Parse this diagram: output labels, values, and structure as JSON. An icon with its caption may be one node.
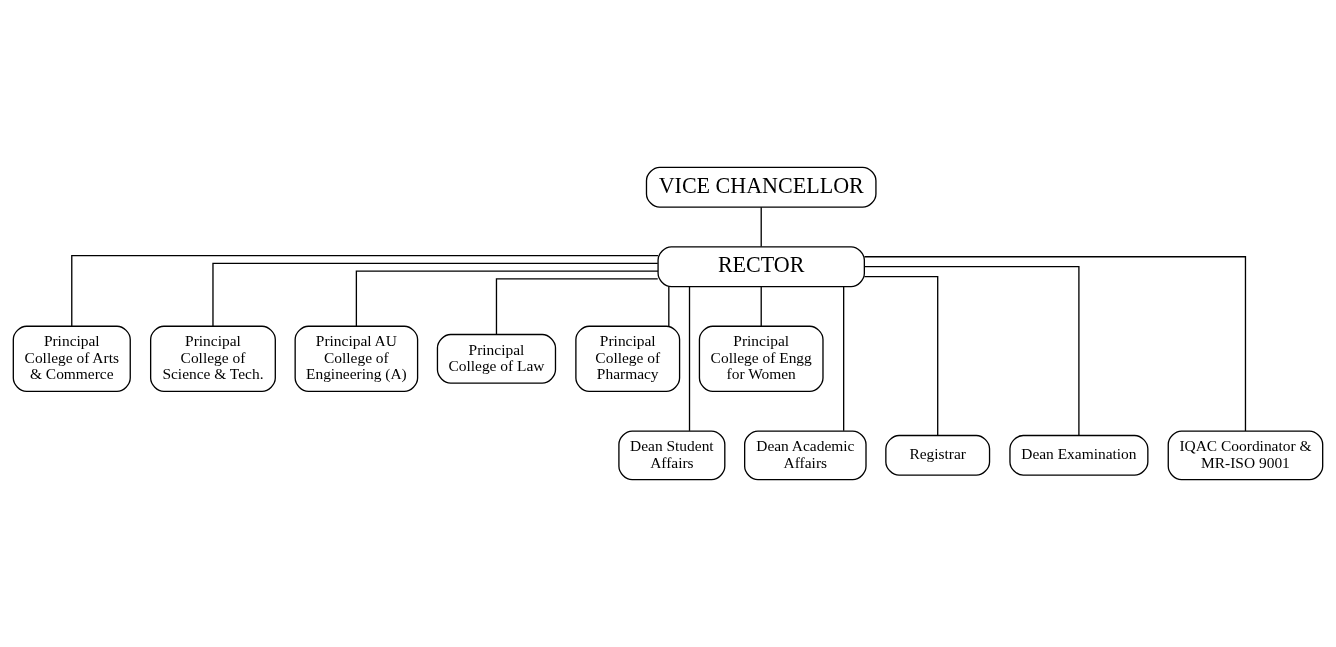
{
  "diagram": {
    "nodes": [
      {
        "text": [
          "VICE CHANCELLOR"
        ]
      },
      {
        "text": [
          "RECTOR"
        ]
      },
      {
        "text": [
          "Principal College of Arts & Commerce"
        ]
      },
      {
        "text": [
          "Principal College of Science & Tech."
        ]
      },
      {
        "text": [
          "Principal AU College of Engineering (A)"
        ]
      },
      {
        "text": [
          "Principal College of Law"
        ]
      },
      {
        "text": [
          "Principal College of Pharmacy"
        ]
      },
      {
        "text": [
          "Principal College of Engg for Women"
        ]
      },
      {
        "text": [
          "Dean Student Affairs"
        ]
      },
      {
        "text": [
          "Dean Academic Affairs"
        ]
      },
      {
        "text": [
          "Registrar"
        ]
      },
      {
        "text": [
          "Dean Examination"
        ]
      },
      {
        "text": [
          "IQAC Coordinator & MR-ISO 9001"
        ]
      }
    ],
    "edges": [
      {
        "from": 0,
        "to": 1,
        "arrow": "none"
      },
      {
        "from": 1,
        "to": 2,
        "arrow": "none"
      },
      {
        "from": 1,
        "to": 3,
        "arrow": "none"
      },
      {
        "from": 1,
        "to": 4,
        "arrow": "none"
      },
      {
        "from": 1,
        "to": 5,
        "arrow": "none"
      },
      {
        "from": 1,
        "to": 6,
        "arrow": "none"
      },
      {
        "from": 1,
        "to": 7,
        "arrow": "none"
      },
      {
        "from": 1,
        "to": 8,
        "arrow": "none"
      },
      {
        "from": 1,
        "to": 9,
        "arrow": "none"
      },
      {
        "from": 1,
        "to": 10,
        "arrow": "none"
      },
      {
        "from": 1,
        "to": 11,
        "arrow": "none"
      },
      {
        "from": 1,
        "to": 12,
        "arrow": "none"
      }
    ]
  }
}
